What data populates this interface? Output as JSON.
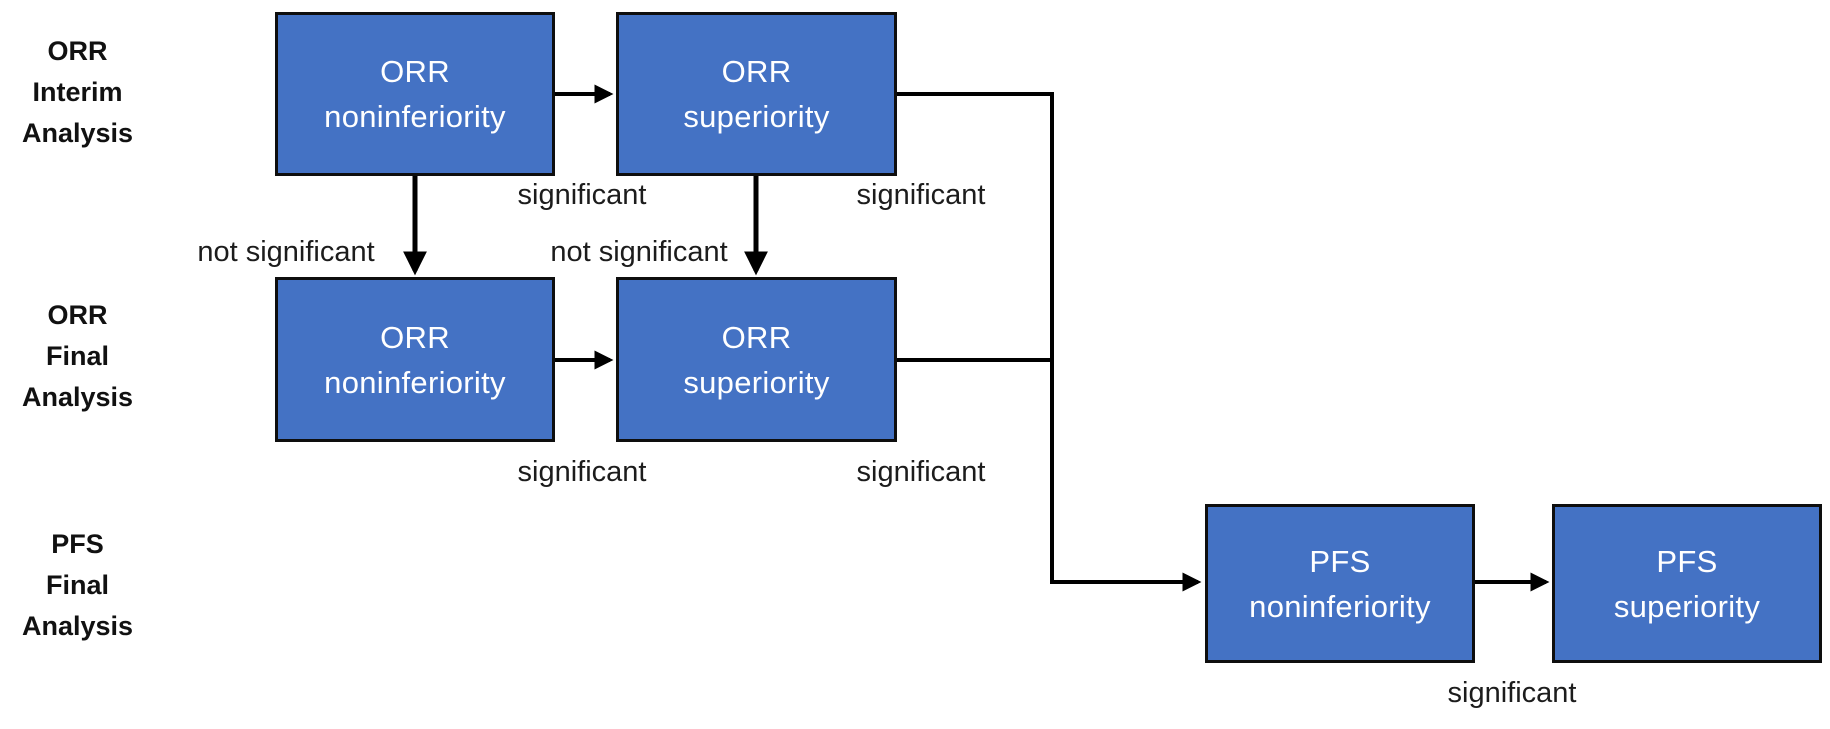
{
  "diagram": {
    "title_hint": "ORR/PFS hierarchical testing flowchart",
    "rows": [
      {
        "label_lines": [
          "ORR",
          "Interim",
          "Analysis"
        ]
      },
      {
        "label_lines": [
          "ORR",
          "Final",
          "Analysis"
        ]
      },
      {
        "label_lines": [
          "PFS",
          "Final",
          "Analysis"
        ]
      }
    ],
    "boxes": [
      {
        "name": "orr-noninferiority-interim",
        "line1": "ORR",
        "line2": "noninferiority"
      },
      {
        "name": "orr-superiority-interim",
        "line1": "ORR",
        "line2": "superiority"
      },
      {
        "name": "orr-noninferiority-final",
        "line1": "ORR",
        "line2": "noninferiority"
      },
      {
        "name": "orr-superiority-final",
        "line1": "ORR",
        "line2": "superiority"
      },
      {
        "name": "pfs-noninferiority",
        "line1": "PFS",
        "line2": "noninferiority"
      },
      {
        "name": "pfs-superiority",
        "line1": "PFS",
        "line2": "superiority"
      }
    ],
    "edge_labels": {
      "sig_interim_left": "significant",
      "sig_interim_right": "significant",
      "notsig_interim_left": "not significant",
      "notsig_interim_right": "not significant",
      "sig_final_left": "significant",
      "sig_final_right": "significant",
      "sig_pfs": "significant"
    },
    "colors": {
      "box_fill": "#4472C4",
      "box_border": "#0e0e0e",
      "connector": "#000000",
      "box_text": "#ffffff",
      "label_text": "#1c1c1c",
      "background": "#ffffff"
    }
  }
}
